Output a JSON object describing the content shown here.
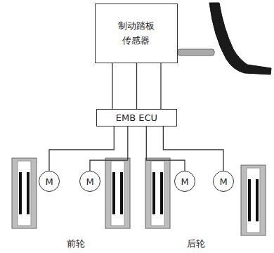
{
  "diagram": {
    "nodes": [
      {
        "text": [
          "制动踏板传感器"
        ]
      },
      {
        "text": [
          "EMB ECU"
        ]
      },
      {
        "text": [
          "M"
        ]
      },
      {
        "text": [
          "M"
        ]
      },
      {
        "text": [
          "M"
        ]
      },
      {
        "text": [
          "M"
        ]
      }
    ],
    "edges": [
      {
        "from": 0,
        "to": 1,
        "arrow": "none"
      },
      {
        "from": 0,
        "to": 1,
        "arrow": "none"
      },
      {
        "from": 0,
        "to": 1,
        "arrow": "none"
      },
      {
        "from": 1,
        "to": 2,
        "arrow": "none"
      },
      {
        "from": 1,
        "to": 3,
        "arrow": "none"
      },
      {
        "from": 1,
        "to": 4,
        "arrow": "none"
      },
      {
        "from": 1,
        "to": 5,
        "arrow": "none"
      }
    ],
    "labels": [
      "前轮",
      "后轮"
    ]
  }
}
